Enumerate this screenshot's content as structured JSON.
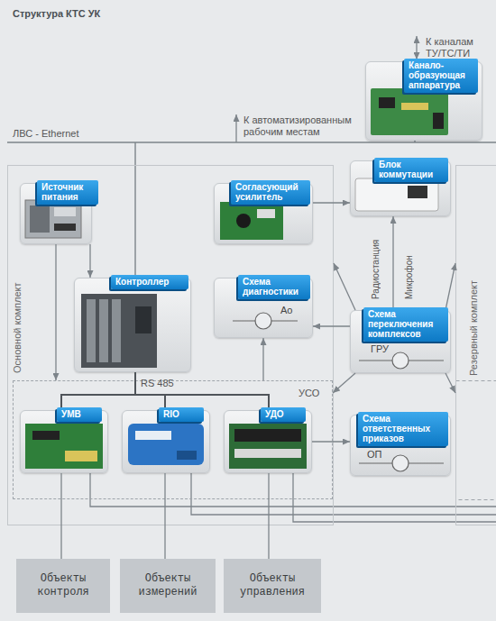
{
  "diagram": {
    "title": "Структура КТС УК",
    "nodes": [
      {
        "text": [
          "Канало- образующая аппаратура"
        ]
      },
      {
        "text": [
          "Основной комплект"
        ]
      },
      {
        "text": [
          "Источник питания"
        ],
        "in": 1
      },
      {
        "text": [
          "Согласующий усилитель"
        ],
        "in": 1
      },
      {
        "text": [
          "Контроллер"
        ],
        "in": 1
      },
      {
        "text": [
          "Схема диагностики",
          "Ао"
        ],
        "in": 1
      },
      {
        "text": [
          "УСО"
        ],
        "in": 1
      },
      {
        "text": [
          "УМВ"
        ],
        "in": 6
      },
      {
        "text": [
          "RIO"
        ],
        "in": 6
      },
      {
        "text": [
          "УДО"
        ],
        "in": 6
      },
      {
        "text": [
          "Блок коммутации"
        ]
      },
      {
        "text": [
          "Резервный комплект"
        ]
      },
      {
        "text": [
          "Схема переключения комплексов",
          "ГРУ"
        ]
      },
      {
        "text": [
          "Схема ответственных приказов",
          "ОП"
        ]
      },
      {
        "text": [
          "Объекты контроля"
        ]
      },
      {
        "text": [
          "Объекты измерений"
        ]
      },
      {
        "text": [
          "Объекты управления"
        ]
      }
    ],
    "edges": [
      {
        "from": 2,
        "to": 4,
        "arrow": "to"
      },
      {
        "from": 2,
        "to": 6,
        "arrow": "to"
      },
      {
        "from": 4,
        "to": 7,
        "arrow": "none"
      },
      {
        "from": 4,
        "to": 8,
        "arrow": "none"
      },
      {
        "from": 4,
        "to": 9,
        "arrow": "none"
      },
      {
        "from": 3,
        "to": 10,
        "arrow": "to"
      },
      {
        "from": 12,
        "to": 5,
        "arrow": "to"
      },
      {
        "from": 6,
        "to": 5,
        "arrow": "to"
      },
      {
        "from": 12,
        "to": 10,
        "arrow": "to"
      },
      {
        "from": 12,
        "to": 1,
        "arrow": "to"
      },
      {
        "from": 12,
        "to": 11,
        "arrow": "to"
      },
      {
        "from": 12,
        "to": 6,
        "arrow": "to"
      },
      {
        "from": 12,
        "to": 11,
        "arrow": "to"
      },
      {
        "from": 9,
        "to": 13,
        "arrow": "to"
      },
      {
        "from": 7,
        "to": 14,
        "arrow": "none"
      },
      {
        "from": 8,
        "to": 15,
        "arrow": "none"
      },
      {
        "from": 9,
        "to": 16,
        "arrow": "none"
      }
    ],
    "labels": [
      "К каналам ТУ/ТС/ТИ",
      "ЛВС - Ethernet",
      "К автоматизированным рабочим местам",
      "RS 485",
      "Радиостанция",
      "Микрофон"
    ]
  }
}
